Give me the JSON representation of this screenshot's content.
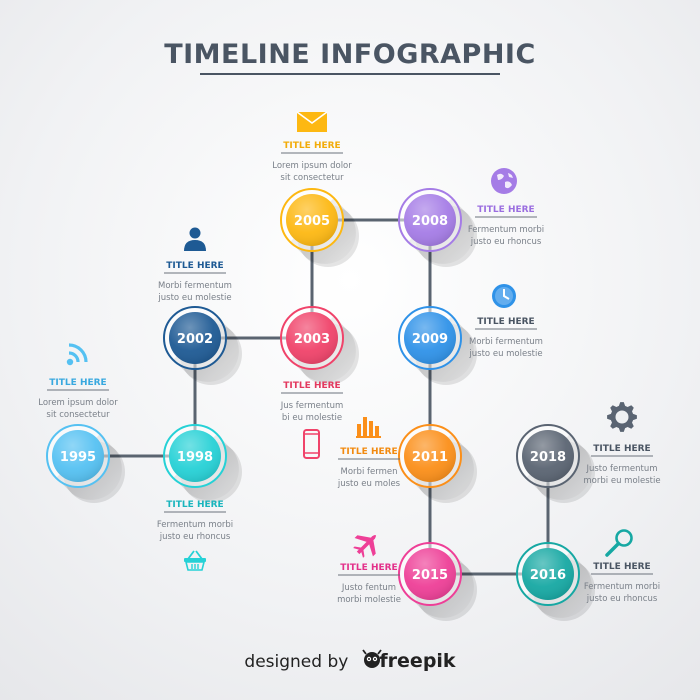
{
  "title": "TIMELINE INFOGRAPHIC",
  "credit": {
    "prefix": "designed by",
    "brand": "freepik"
  },
  "milestones": [
    {
      "year": "1995",
      "color": "#55c1f2",
      "label": "TITLE HERE",
      "label_color": "#38a8df",
      "desc": [
        "Lorem ipsum dolor",
        "sit consectetur"
      ],
      "icon": "wifi-icon"
    },
    {
      "year": "1998",
      "color": "#26d1d6",
      "label": "TITLE HERE",
      "label_color": "#1ab5bd",
      "desc": [
        "Fermentum morbi",
        "justo eu rhoncus"
      ],
      "icon": "basket-icon"
    },
    {
      "year": "2002",
      "color": "#1e5a94",
      "label": "TITLE HERE",
      "label_color": "#1e5a94",
      "desc": [
        "Morbi fermentum",
        "justo eu molestie"
      ],
      "icon": "user-icon"
    },
    {
      "year": "2003",
      "color": "#f0436a",
      "label": "TITLE HERE",
      "label_color": "#e3395f",
      "desc": [
        "Jus  fermentum",
        "bi eu molestie"
      ],
      "icon": "phone-icon"
    },
    {
      "year": "2005",
      "color": "#fdb812",
      "label": "TITLE HERE",
      "label_color": "#f2ac0a",
      "desc": [
        "Lorem ipsum dolor",
        "sit consectetur"
      ],
      "icon": "envelope-icon"
    },
    {
      "year": "2008",
      "color": "#a57ce6",
      "label": "TITLE HERE",
      "label_color": "#9b6ee0",
      "desc": [
        "Fermentum morbi",
        "justo eu rhoncus"
      ],
      "icon": "globe-icon"
    },
    {
      "year": "2009",
      "color": "#2f92e8",
      "label": "TITLE HERE",
      "label_color": "#4a5563",
      "desc": [
        "Morbi fermentum",
        "justo eu molestie"
      ],
      "icon": "clock-icon"
    },
    {
      "year": "2011",
      "color": "#fb8f19",
      "label": "TITLE HERE",
      "label_color": "#f28a10",
      "desc": [
        "Morbi fermen",
        "justo eu moles"
      ],
      "icon": "bar-chart-icon"
    },
    {
      "year": "2015",
      "color": "#ee3f97",
      "label": "TITLE HERE",
      "label_color": "#e3318a",
      "desc": [
        "Justo  fentum",
        "morbi molestie"
      ],
      "icon": "airplane-icon"
    },
    {
      "year": "2016",
      "color": "#16a8a3",
      "label": "TITLE HERE",
      "label_color": "#4a5563",
      "desc": [
        "Fermentum morbi",
        "justo eu rhoncus"
      ],
      "icon": "magnifier-icon"
    },
    {
      "year": "2018",
      "color": "#5a6472",
      "label": "TITLE HERE",
      "label_color": "#4a5563",
      "desc": [
        "Justo  fermentum",
        "morbi eu molestie"
      ],
      "icon": "gear-icon"
    }
  ]
}
